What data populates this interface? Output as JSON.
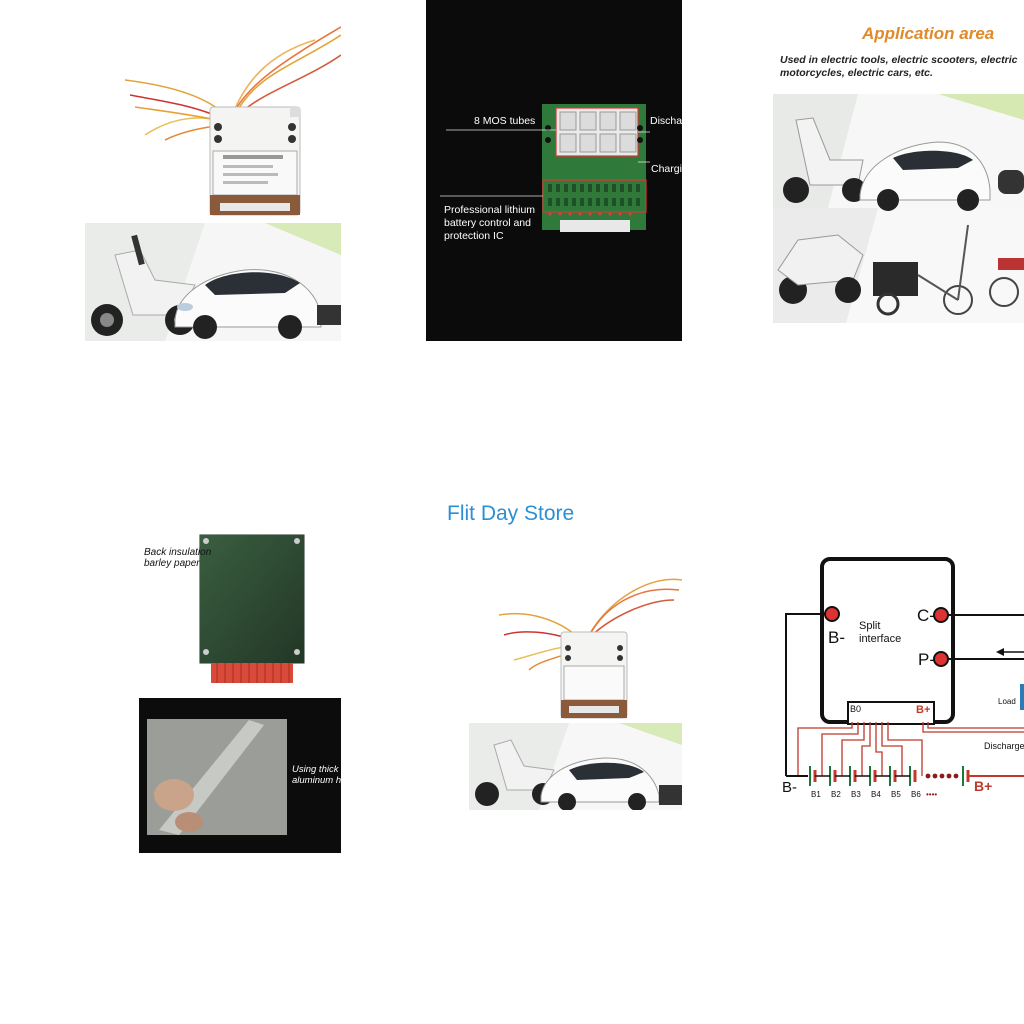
{
  "store": {
    "title": "Flit Day Store"
  },
  "pcb_tile": {
    "mos_label": "8 MOS tubes",
    "discharge_label": "Discha",
    "charge_label": "Chargi",
    "ic_label_1": "Professional lithium",
    "ic_label_2": "battery control and",
    "ic_label_3": "protection IC"
  },
  "application": {
    "title": "Application area",
    "subtitle_1": "Used in electric tools, electric scooters, electric",
    "subtitle_2": "motorcycles, electric cars, etc."
  },
  "back_tile": {
    "insulation_1": "Back insulation",
    "insulation_2": "barley paper"
  },
  "aluminum_tile": {
    "caption_1": "Using thick",
    "caption_2": "aluminum h"
  },
  "diagram": {
    "split_1": "Split",
    "split_2": "interface",
    "b_minus": "B-",
    "c_minus": "C-",
    "p_minus": "P-",
    "b_plus": "B+",
    "b_plus_bottom": "B+",
    "b_minus_bottom": "B-",
    "b0": "B0",
    "load": "Load",
    "discharge": "Discharge",
    "cells": [
      "B1",
      "B2",
      "B3",
      "B4",
      "B5",
      "B6",
      "••••"
    ]
  },
  "colors": {
    "store_blue": "#2b8fd6",
    "app_orange": "#e08a2a",
    "pcb_green": "#2f7a3a",
    "wire_red": "#c0392b",
    "connector_red": "#d94a3a"
  }
}
